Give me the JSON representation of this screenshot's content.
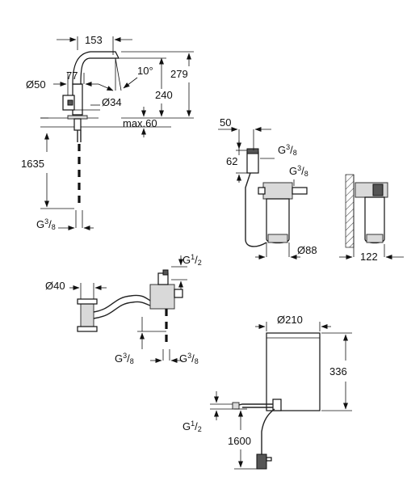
{
  "labels": {
    "faucet_spread": "153",
    "faucet_spout": "77",
    "faucet_base_dia": "Ø50",
    "faucet_angle": "10°",
    "faucet_total_height": "279",
    "faucet_spout_height": "240",
    "faucet_hole_dia": "Ø34",
    "faucet_deck_max": "max.60",
    "faucet_hose_length": "1635",
    "faucet_connection": "G",
    "filter_offset": "50",
    "filter_head_height": "62",
    "filter_inlet": "G",
    "filter_outlet": "G",
    "filter_dia": "Ø88",
    "filter_depth": "122",
    "valve_dia": "Ø40",
    "valve_top_connection": "G",
    "valve_left_connection": "G",
    "valve_right_connection": "G",
    "boiler_dia": "Ø210",
    "boiler_height": "336",
    "boiler_connection": "G",
    "boiler_cable_length": "1600"
  },
  "fractions": {
    "three_eighths_num": "3",
    "three_eighths_den": "8",
    "half_num": "1",
    "half_den": "2"
  }
}
